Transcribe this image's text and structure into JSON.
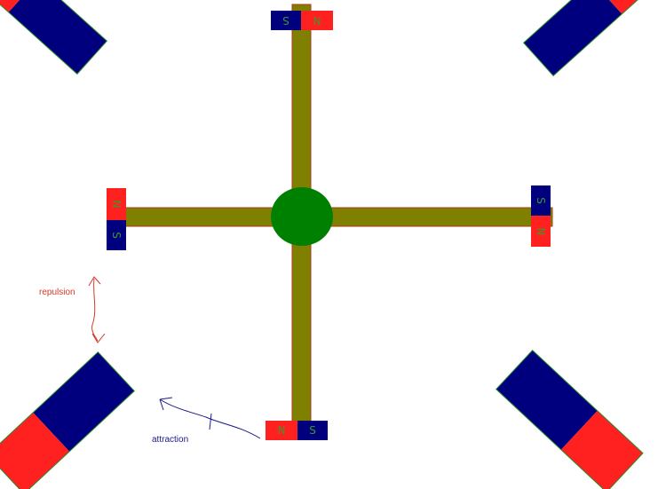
{
  "colors": {
    "background": "#ffffff",
    "rod": "#808000",
    "rod_edge": "#b33a1a",
    "hub": "#008000",
    "north": "#ff2020",
    "south": "#00007f",
    "pole_text": "#3a9a2a",
    "magnet_edge": "#2a8a2a",
    "repulsion": "#d43a2a",
    "attraction": "#1a1a8a"
  },
  "poles": {
    "north": "N",
    "south": "S"
  },
  "annotations": {
    "repulsion": "repulsion",
    "attraction": "attraction"
  }
}
